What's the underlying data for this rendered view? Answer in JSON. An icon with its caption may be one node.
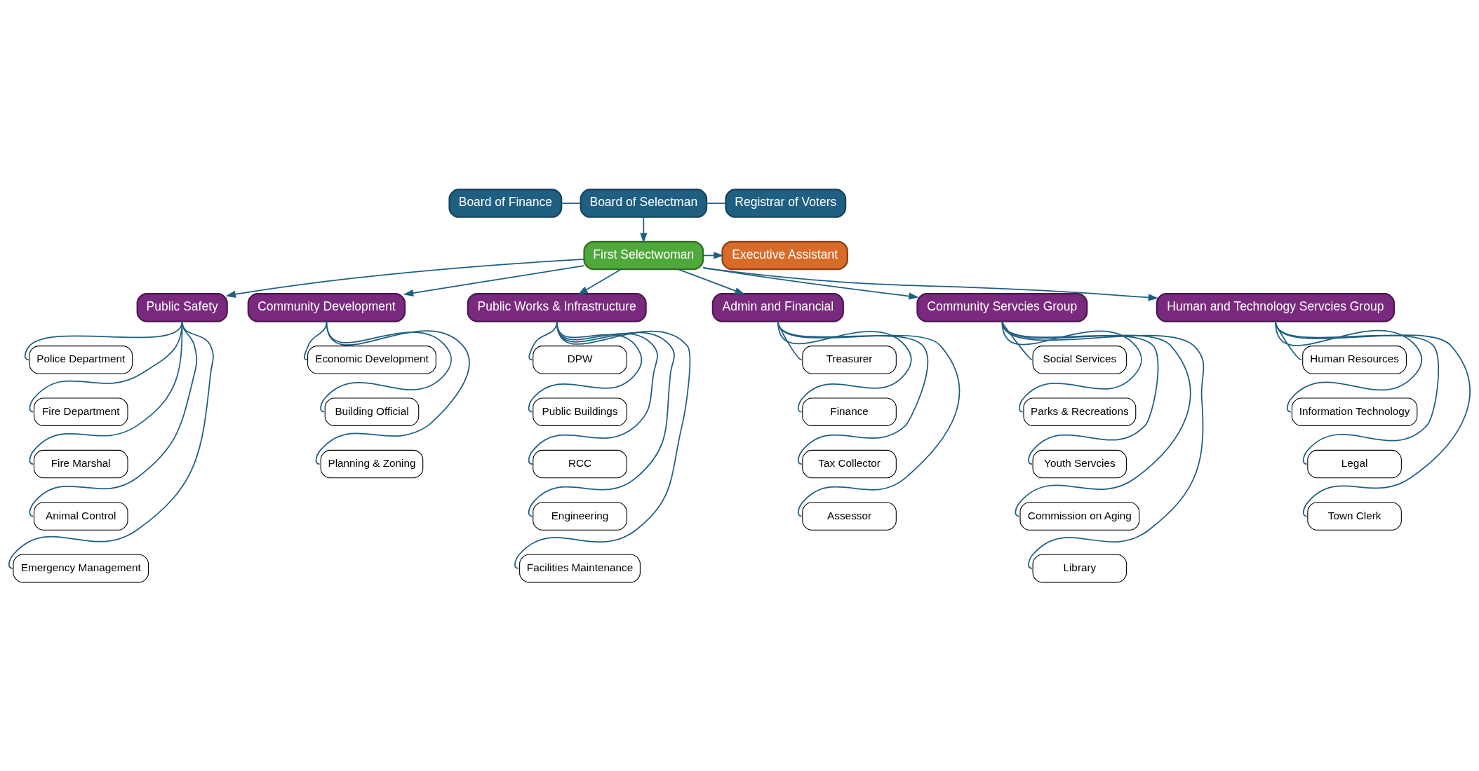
{
  "diagram": {
    "nodes": [
      {
        "text": [
          "Board of Finance"
        ]
      },
      {
        "text": [
          "Board of Selectman"
        ]
      },
      {
        "text": [
          "Registrar of Voters"
        ]
      },
      {
        "text": [
          "First Selectwoman"
        ]
      },
      {
        "text": [
          "Executive Assistant"
        ]
      },
      {
        "text": [
          "Public Safety"
        ]
      },
      {
        "text": [
          "Community Development"
        ]
      },
      {
        "text": [
          "Public Works & Infrastructure"
        ]
      },
      {
        "text": [
          "Admin and Financial"
        ]
      },
      {
        "text": [
          "Community Servcies Group"
        ]
      },
      {
        "text": [
          "Human and Technology Servcies Group"
        ]
      },
      {
        "text": [
          "Police Department"
        ]
      },
      {
        "text": [
          "Fire Department"
        ]
      },
      {
        "text": [
          "Fire Marshal"
        ]
      },
      {
        "text": [
          "Animal Control"
        ]
      },
      {
        "text": [
          "Emergency Management"
        ]
      },
      {
        "text": [
          "Economic Development"
        ]
      },
      {
        "text": [
          "Building Official"
        ]
      },
      {
        "text": [
          "Planning & Zoning"
        ]
      },
      {
        "text": [
          "DPW"
        ]
      },
      {
        "text": [
          "Public Buildings"
        ]
      },
      {
        "text": [
          "RCC"
        ]
      },
      {
        "text": [
          "Engineering"
        ]
      },
      {
        "text": [
          "Facilities Maintenance"
        ]
      },
      {
        "text": [
          "Treasurer"
        ]
      },
      {
        "text": [
          "Finance"
        ]
      },
      {
        "text": [
          "Tax Collector"
        ]
      },
      {
        "text": [
          "Assessor"
        ]
      },
      {
        "text": [
          "Social Services"
        ]
      },
      {
        "text": [
          "Parks & Recreations"
        ]
      },
      {
        "text": [
          "Youth Servcies"
        ]
      },
      {
        "text": [
          "Commission on Aging"
        ]
      },
      {
        "text": [
          "Library"
        ]
      },
      {
        "text": [
          "Human Resources"
        ]
      },
      {
        "text": [
          "Information Technology"
        ]
      },
      {
        "text": [
          "Legal"
        ]
      },
      {
        "text": [
          "Town Clerk"
        ]
      }
    ],
    "edges": [
      {
        "from": 0,
        "to": 1,
        "arrow": "none"
      },
      {
        "from": 1,
        "to": 2,
        "arrow": "none"
      },
      {
        "from": 1,
        "to": 3,
        "arrow": "to"
      },
      {
        "from": 3,
        "to": 4,
        "arrow": "to"
      },
      {
        "from": 3,
        "to": 5,
        "arrow": "to"
      },
      {
        "from": 3,
        "to": 6,
        "arrow": "to"
      },
      {
        "from": 3,
        "to": 7,
        "arrow": "to"
      },
      {
        "from": 3,
        "to": 8,
        "arrow": "to"
      },
      {
        "from": 3,
        "to": 9,
        "arrow": "to"
      },
      {
        "from": 3,
        "to": 10,
        "arrow": "to"
      },
      {
        "from": 5,
        "to": 11,
        "arrow": "none"
      },
      {
        "from": 5,
        "to": 12,
        "arrow": "none"
      },
      {
        "from": 5,
        "to": 13,
        "arrow": "none"
      },
      {
        "from": 5,
        "to": 14,
        "arrow": "none"
      },
      {
        "from": 5,
        "to": 15,
        "arrow": "none"
      },
      {
        "from": 6,
        "to": 16,
        "arrow": "none"
      },
      {
        "from": 6,
        "to": 17,
        "arrow": "none"
      },
      {
        "from": 6,
        "to": 18,
        "arrow": "none"
      },
      {
        "from": 7,
        "to": 19,
        "arrow": "none"
      },
      {
        "from": 7,
        "to": 20,
        "arrow": "none"
      },
      {
        "from": 7,
        "to": 21,
        "arrow": "none"
      },
      {
        "from": 7,
        "to": 22,
        "arrow": "none"
      },
      {
        "from": 7,
        "to": 23,
        "arrow": "none"
      },
      {
        "from": 8,
        "to": 24,
        "arrow": "none"
      },
      {
        "from": 8,
        "to": 25,
        "arrow": "none"
      },
      {
        "from": 8,
        "to": 26,
        "arrow": "none"
      },
      {
        "from": 8,
        "to": 27,
        "arrow": "none"
      },
      {
        "from": 9,
        "to": 28,
        "arrow": "none"
      },
      {
        "from": 9,
        "to": 29,
        "arrow": "none"
      },
      {
        "from": 9,
        "to": 30,
        "arrow": "none"
      },
      {
        "from": 9,
        "to": 31,
        "arrow": "none"
      },
      {
        "from": 9,
        "to": 32,
        "arrow": "none"
      },
      {
        "from": 10,
        "to": 33,
        "arrow": "none"
      },
      {
        "from": 10,
        "to": 34,
        "arrow": "none"
      },
      {
        "from": 10,
        "to": 35,
        "arrow": "none"
      },
      {
        "from": 10,
        "to": 36,
        "arrow": "none"
      }
    ]
  }
}
